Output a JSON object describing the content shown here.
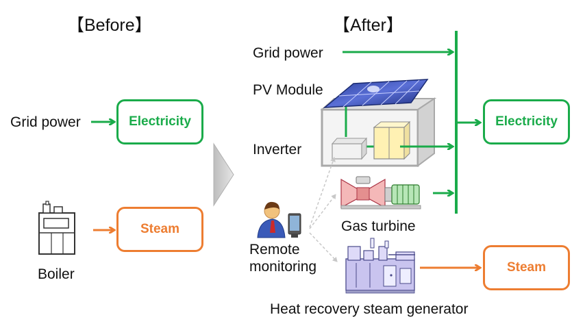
{
  "before": {
    "header": "【Before】",
    "grid_power": "Grid power",
    "electricity": "Electricity",
    "steam": "Steam",
    "boiler": "Boiler"
  },
  "after": {
    "header": "【After】",
    "grid_power": "Grid power",
    "pv_module": "PV Module",
    "inverter": "Inverter",
    "gas_turbine": "Gas turbine",
    "remote_monitoring_line1": "Remote",
    "remote_monitoring_line2": "monitoring",
    "hrsg": "Heat recovery steam generator",
    "electricity": "Electricity",
    "steam": "Steam"
  },
  "colors": {
    "electric_green": "#1aab4a",
    "steam_orange": "#ed7d31",
    "arrow_gray": "#cfcfcf"
  }
}
